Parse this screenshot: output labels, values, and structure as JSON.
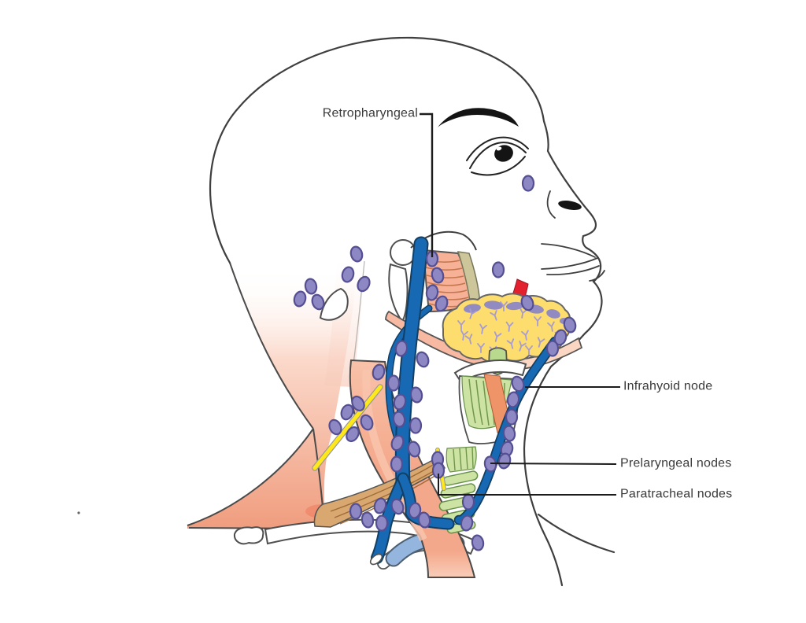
{
  "figure": {
    "subject": "Lymph nodes of the head and neck, lateral view of face and neck anatomy"
  },
  "labels": {
    "retropharyngeal": "Retropharyngeal",
    "infrahyoid": "Infrahyoid node",
    "prelaryngeal": "Prelaryngeal nodes",
    "paratracheal": "Paratracheal nodes"
  },
  "colors": {
    "lymph_node_fill": "#8d88c4",
    "lymph_node_outline": "#544e92",
    "vein_fill": "#1769b3",
    "vein_outline": "#123f63",
    "subclavian_vein_fill": "#93b5de",
    "artery_red": "#e3202e",
    "muscle_salmon": "#f5aa8e",
    "muscle_salmon_light": "#fbd6c3",
    "muscle_stripe": "#c4764f",
    "gland_yellow": "#fcdd6e",
    "gland_texture": "#a79bd3",
    "nerve_yellow": "#ffe81a",
    "larynx_green": "#cde3a4",
    "larynx_green_stripe": "#71964b",
    "omohyoid_tan": "#d9a870",
    "khaki_strip": "#cdc69b",
    "bone_white": "#ffffff",
    "outline_gray": "#3f3f3f",
    "label_text": "#3a3a3a",
    "leader_line": "#1c1c1c"
  },
  "lymph_nodes": [
    [
      453,
      323,
      -15
    ],
    [
      442,
      349,
      15
    ],
    [
      462,
      361,
      25
    ],
    [
      395,
      364,
      -10
    ],
    [
      381,
      380,
      15
    ],
    [
      404,
      384,
      -20
    ],
    [
      549,
      329,
      0
    ],
    [
      556,
      350,
      -15
    ],
    [
      549,
      372,
      10
    ],
    [
      561,
      386,
      18
    ],
    [
      671,
      233,
      0
    ],
    [
      633,
      343,
      0
    ],
    [
      670,
      385,
      -20
    ],
    [
      724,
      413,
      -15
    ],
    [
      712,
      429,
      15
    ],
    [
      702,
      443,
      0
    ],
    [
      510,
      443,
      10
    ],
    [
      537,
      457,
      -20
    ],
    [
      481,
      473,
      15
    ],
    [
      500,
      487,
      0
    ],
    [
      529,
      502,
      -10
    ],
    [
      508,
      511,
      15
    ],
    [
      507,
      533,
      -10
    ],
    [
      528,
      541,
      0
    ],
    [
      505,
      563,
      20
    ],
    [
      526,
      571,
      -15
    ],
    [
      504,
      590,
      0
    ],
    [
      455,
      513,
      -30
    ],
    [
      441,
      524,
      20
    ],
    [
      466,
      537,
      -20
    ],
    [
      426,
      543,
      -25
    ],
    [
      448,
      552,
      30
    ],
    [
      452,
      650,
      0
    ],
    [
      467,
      661,
      -10
    ],
    [
      483,
      643,
      15
    ],
    [
      485,
      665,
      0
    ],
    [
      505,
      644,
      -20
    ],
    [
      527,
      649,
      10
    ],
    [
      539,
      661,
      -10
    ],
    [
      658,
      488,
      -20
    ],
    [
      652,
      508,
      10
    ],
    [
      650,
      530,
      0
    ],
    [
      647,
      551,
      -10
    ],
    [
      644,
      571,
      15
    ],
    [
      623,
      590,
      -10
    ],
    [
      641,
      586,
      15
    ],
    [
      556,
      584,
      0
    ],
    [
      557,
      598,
      0
    ],
    [
      595,
      638,
      0
    ],
    [
      593,
      665,
      10
    ],
    [
      607,
      690,
      -10
    ]
  ]
}
